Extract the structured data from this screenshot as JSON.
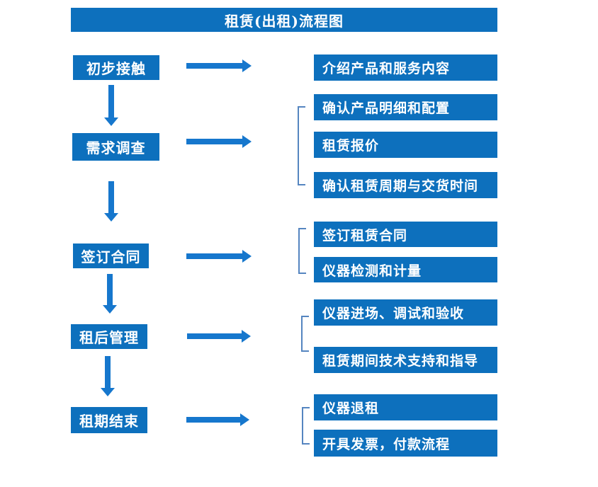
{
  "title": "租赁(出租)流程图",
  "colors": {
    "box-blue": "#0d70bd",
    "arrow-blue": "#1677cd",
    "bracket-blue": "#5585c0",
    "text-white": "#ffffff"
  },
  "steps": [
    {
      "label": "初步接触"
    },
    {
      "label": "需求调查"
    },
    {
      "label": "签订合同"
    },
    {
      "label": "租后管理"
    },
    {
      "label": "租期结束"
    }
  ],
  "details": [
    {
      "label": "介绍产品和服务内容"
    },
    {
      "label": "确认产品明细和配置"
    },
    {
      "label": "租赁报价"
    },
    {
      "label": "确认租赁周期与交货时间"
    },
    {
      "label": "签订租赁合同"
    },
    {
      "label": "仪器检测和计量"
    },
    {
      "label": "仪器进场、调试和验收"
    },
    {
      "label": "租赁期间技术支持和指导"
    },
    {
      "label": "仪器退租"
    },
    {
      "label": "开具发票，付款流程"
    }
  ]
}
